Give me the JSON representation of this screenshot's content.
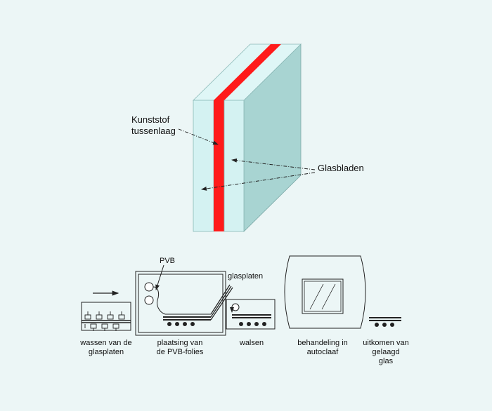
{
  "top_diagram": {
    "interlayer_label_line1": "Kunststof",
    "interlayer_label_line2": "tussenlaag",
    "glass_label": "Glasbladen",
    "interlayer_color": "#ff1a1a",
    "glass_front_color": "#d4f2f2",
    "glass_side_color": "#a8d4d2"
  },
  "process": {
    "pvb_label": "PVB",
    "glasplaten_label": "glasplaten",
    "steps": [
      {
        "line1": "wassen van de",
        "line2": "glasplaten",
        "line3": ""
      },
      {
        "line1": "plaatsing van",
        "line2": "de PVB-folies",
        "line3": ""
      },
      {
        "line1": "walsen",
        "line2": "",
        "line3": ""
      },
      {
        "line1": "behandeling in",
        "line2": "autoclaaf",
        "line3": ""
      },
      {
        "line1": "uitkomen van",
        "line2": "gelaagd",
        "line3": "glas"
      }
    ]
  }
}
